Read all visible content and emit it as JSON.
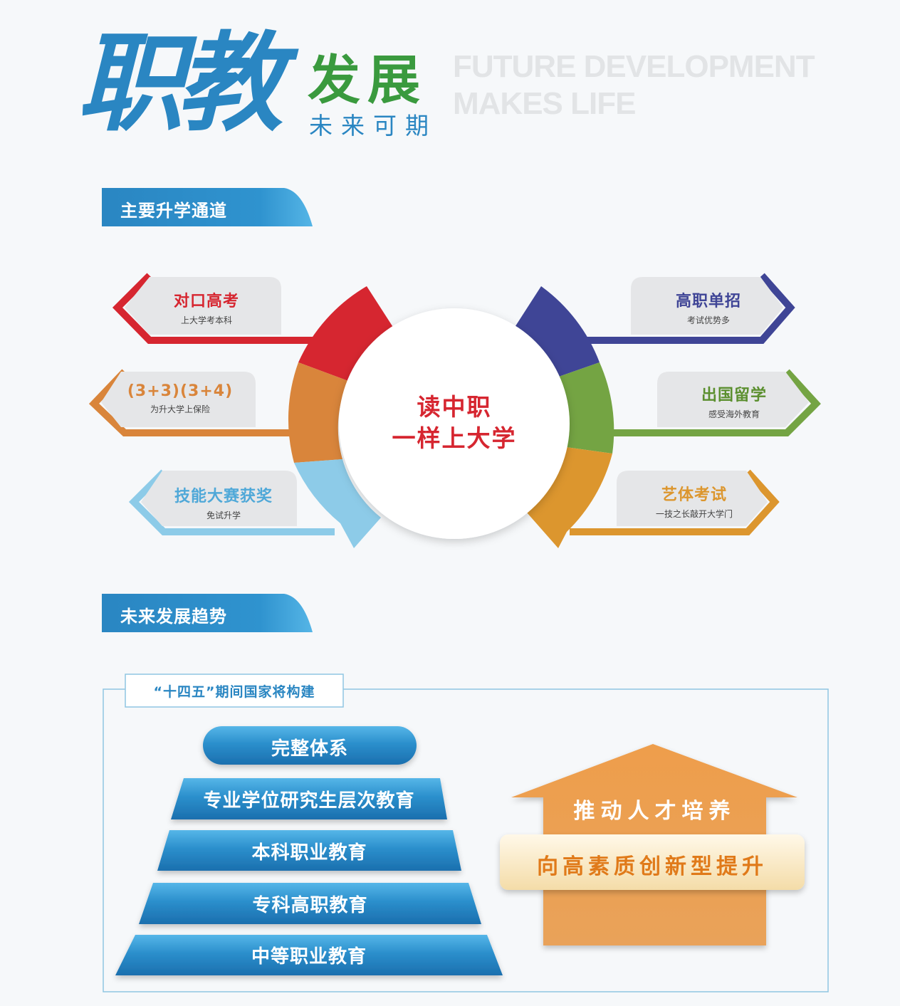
{
  "header": {
    "calligraphy": "职教",
    "title": "发展",
    "subtitle": "未来可期",
    "english_line1": "FUTURE DEVELOPMENT",
    "english_line2": "MAKES LIFE"
  },
  "section1": {
    "heading": "主要升学通道",
    "center_line1": "读中职",
    "center_line2": "一样上大学",
    "left_items": [
      {
        "title": "对口高考",
        "subtitle": "上大学考本科",
        "color": "#d62630"
      },
      {
        "title": "(3+3)(3+4)",
        "subtitle": "为升大学上保险",
        "color": "#d9853b"
      },
      {
        "title": "技能大赛获奖",
        "subtitle": "免试升学",
        "color": "#8dcbe8"
      }
    ],
    "right_items": [
      {
        "title": "高职单招",
        "subtitle": "考试优势多",
        "color": "#3f4596"
      },
      {
        "title": "出国留学",
        "subtitle": "感受海外教育",
        "color": "#74a443"
      },
      {
        "title": "艺体考试",
        "subtitle": "一技之长敲开大学门",
        "color": "#dc962e"
      }
    ]
  },
  "section2": {
    "heading": "未来发展趋势",
    "frame_title": "“十四五”期间国家将构建",
    "tiers": [
      "完整体系",
      "专业学位研究生层次教育",
      "本科职业教育",
      "专科高职教育",
      "中等职业教育"
    ],
    "arrow_text": "推动人才培养",
    "arrow_box_text": "向高素质创新型提升"
  },
  "colors": {
    "blue": "#2a86c2",
    "green": "#3a9a3e",
    "red": "#d62630",
    "orange": "#e9a25a"
  }
}
